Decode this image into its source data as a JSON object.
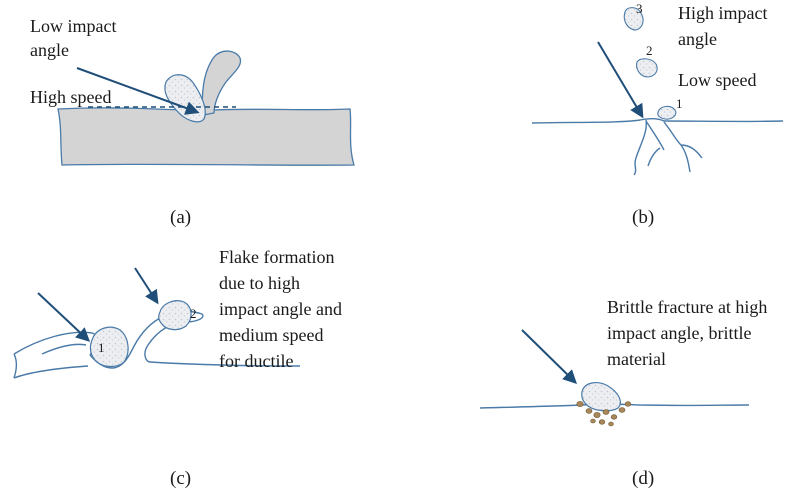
{
  "panel_a": {
    "label_low_impact_1": "Low impact",
    "label_low_impact_2": "angle",
    "label_high_speed": "High speed",
    "caption": "(a)"
  },
  "panel_b": {
    "label_high_impact_1": "High impact",
    "label_high_impact_2": "angle",
    "label_low_speed": "Low speed",
    "num_1": "1",
    "num_2": "2",
    "num_3": "3",
    "caption": "(b)"
  },
  "panel_c": {
    "text_line_1": "Flake formation",
    "text_line_2": "due to high",
    "text_line_3": "impact angle and",
    "text_line_4": "medium speed",
    "text_line_5": "for ductile",
    "num_1": "1",
    "num_2": "2",
    "caption": "(c)"
  },
  "panel_d": {
    "text_line_1": "Brittle fracture at high",
    "text_line_2": "impact angle, brittle",
    "text_line_3": "material",
    "caption": "(d)"
  },
  "colors": {
    "surface_line": "#4a7aa8",
    "arrow": "#1f4e79",
    "material_fill": "#d4d4d4",
    "particle_fill": "#e9ebee",
    "debris": "#a8885a"
  }
}
